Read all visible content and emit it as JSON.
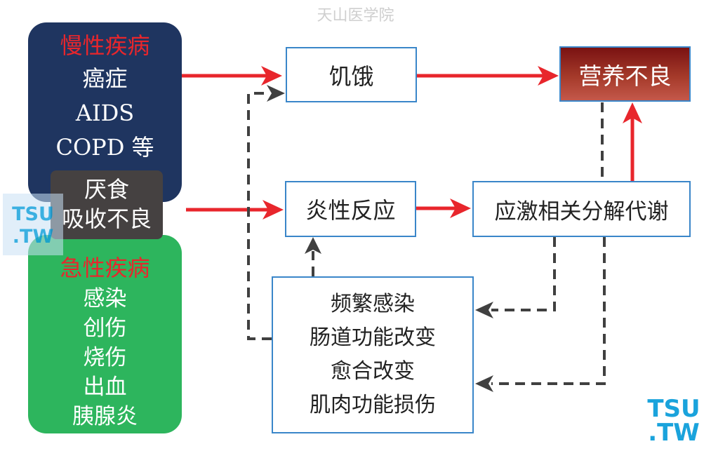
{
  "watermark_top": "天山医学院",
  "chronic": {
    "title": "慢性疾病",
    "items": [
      "癌症",
      "AIDS",
      "COPD 等"
    ]
  },
  "anorexia": {
    "lines": [
      "厌食",
      "吸收不良"
    ]
  },
  "acute": {
    "title": "急性疾病",
    "items": [
      "感染",
      "创伤",
      "烧伤",
      "出血",
      "胰腺炎"
    ]
  },
  "nodes": {
    "hunger": "饥饿",
    "malnutrition": "营养不良",
    "inflammation": "炎性反应",
    "stress_catabolism": "应激相关分解代谢"
  },
  "effects": [
    "频繁感染",
    "肠道功能改变",
    "愈合改变",
    "肌肉功能损伤"
  ],
  "logo": {
    "line1": "TSU",
    "line2": ".TW"
  },
  "colors": {
    "red_arrow": "#e8262c",
    "dashed_arrow": "#404040",
    "box_border": "#3a86c9",
    "chronic_bg": "#1f3560",
    "acute_bg": "#2db55d",
    "anorexia_bg": "#454141",
    "malnutrition_bg": "#9a2a1e",
    "logo": "#1aa3dc"
  }
}
